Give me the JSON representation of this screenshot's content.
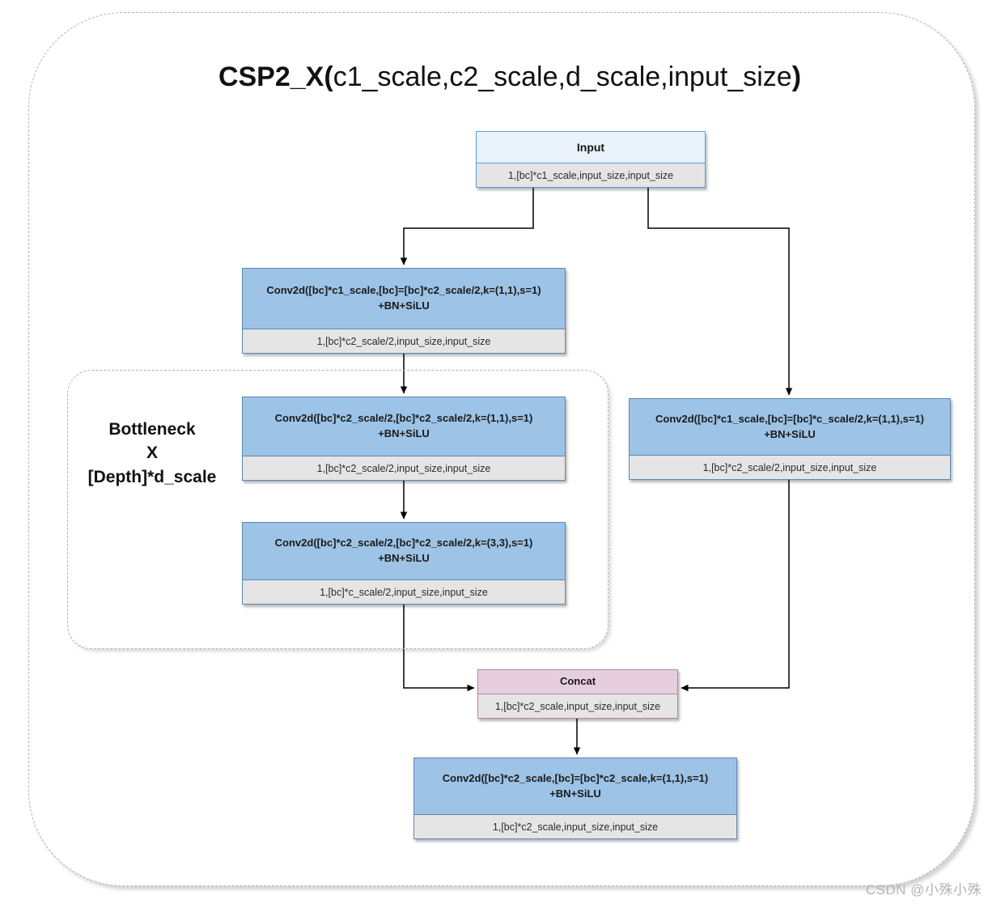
{
  "title": {
    "prefix": "CSP2_X(",
    "args": "c1_scale,c2_scale,d_scale,input_size",
    "suffix": ")"
  },
  "bottleneck_group": {
    "line1": "Bottleneck",
    "line2": "X",
    "line3": "[Depth]*d_scale"
  },
  "nodes": {
    "input": {
      "label": "Input",
      "shape": "1,[bc]*c1_scale,input_size,input_size"
    },
    "conv_left": {
      "line1": "Conv2d([bc]*c1_scale,[bc]=[bc]*c2_scale/2,k=(1,1),s=1)",
      "line2": "+BN+SiLU",
      "shape": "1,[bc]*c2_scale/2,input_size,input_size"
    },
    "bottleneck_conv1": {
      "line1": "Conv2d([bc]*c2_scale/2,[bc]*c2_scale/2,k=(1,1),s=1)",
      "line2": "+BN+SiLU",
      "shape": "1,[bc]*c2_scale/2,input_size,input_size"
    },
    "bottleneck_conv2": {
      "line1": "Conv2d([bc]*c2_scale/2,[bc]*c2_scale/2,k=(3,3),s=1)",
      "line2": "+BN+SiLU",
      "shape": "1,[bc]*c_scale/2,input_size,input_size"
    },
    "conv_right": {
      "line1": "Conv2d([bc]*c1_scale,[bc]=[bc]*c_scale/2,k=(1,1),s=1)",
      "line2": "+BN+SiLU",
      "shape": "1,[bc]*c2_scale/2,input_size,input_size"
    },
    "concat": {
      "label": "Concat",
      "shape": "1,[bc]*c2_scale,input_size,input_size"
    },
    "conv_out": {
      "line1": "Conv2d([bc]*c2_scale,[bc]=[bc]*c2_scale,k=(1,1),s=1)",
      "line2": "+BN+SiLU",
      "shape": "1,[bc]*c2_scale,input_size,input_size"
    }
  },
  "watermark": "CSDN @小殊小殊",
  "colors": {
    "node-blue": "#9dc3e6",
    "node-blue-border": "#5e87b0",
    "input-fill": "#eaf2fb",
    "input-border": "#5b9bd5",
    "strip-fill": "#e5e5e5",
    "concat-fill": "#e6cede",
    "concat-border": "#b687a8",
    "dash-border": "#b3b3b3",
    "arrow": "#000000",
    "watermark": "#b4b4b4"
  }
}
